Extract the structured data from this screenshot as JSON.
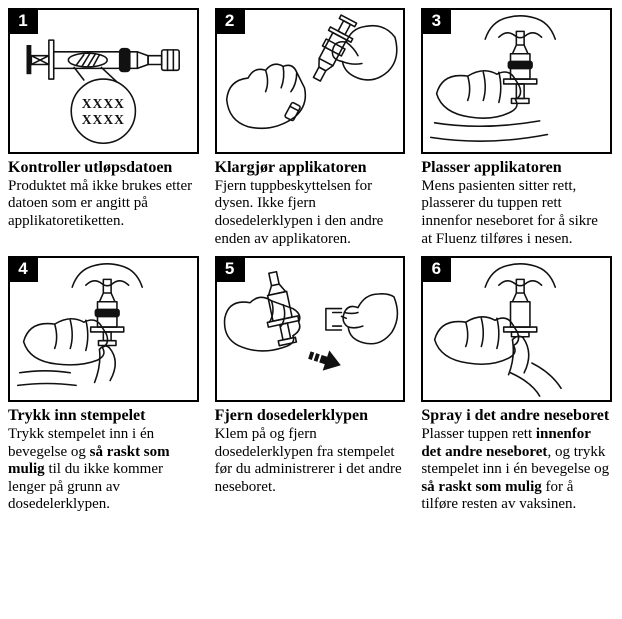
{
  "colors": {
    "ink": "#111111",
    "border": "#000000",
    "badge_bg": "#000000",
    "badge_fg": "#ffffff"
  },
  "steps": [
    {
      "number": "1",
      "heading": "Kontroller utløpsdatoen",
      "body_parts": [
        {
          "text": "Produktet må ikke brukes etter datoen som er angitt på applikatoretiketten.",
          "bold": false
        }
      ],
      "illustration": {
        "name": "syringe-with-expiry-magnifier",
        "expiry_lines": [
          "XXXX",
          "XXXX"
        ]
      }
    },
    {
      "number": "2",
      "heading": "Klargjør applikatoren",
      "body_parts": [
        {
          "text": "Fjern tuppbeskyttelsen for dysen. Ikke fjern dosedelerklypen i den andre enden av applikatoren.",
          "bold": false
        }
      ],
      "illustration": {
        "name": "hands-removing-tip-cap"
      }
    },
    {
      "number": "3",
      "heading": "Plasser applikatoren",
      "body_parts": [
        {
          "text": "Mens pasienten sitter rett, plasserer du tuppen rett innenfor neseboret for å sikre at Fluenz tilføres i nesen.",
          "bold": false
        }
      ],
      "illustration": {
        "name": "applicator-placed-in-nostril"
      }
    },
    {
      "number": "4",
      "heading": "Trykk inn stempelet",
      "body_parts": [
        {
          "text": "Trykk stempelet inn i én bevegelse og ",
          "bold": false
        },
        {
          "text": "så raskt som mulig",
          "bold": true
        },
        {
          "text": " til du ikke kommer lenger på grunn av dosedelerklypen.",
          "bold": false
        }
      ],
      "illustration": {
        "name": "pressing-plunger-at-nose"
      }
    },
    {
      "number": "5",
      "heading": "Fjern dosedelerklypen",
      "body_parts": [
        {
          "text": "Klem på og fjern dosedelerklypen fra stempelet før du administrerer i det andre neseboret.",
          "bold": false
        }
      ],
      "illustration": {
        "name": "removing-dose-divider-clip"
      }
    },
    {
      "number": "6",
      "heading": "Spray i det andre neseboret",
      "body_parts": [
        {
          "text": "Plasser tuppen rett ",
          "bold": false
        },
        {
          "text": "innenfor det andre neseboret",
          "bold": true
        },
        {
          "text": ", og trykk stempelet inn i én bevegelse og ",
          "bold": false
        },
        {
          "text": "så raskt som mulig",
          "bold": true
        },
        {
          "text": " for å tilføre resten av vaksinen.",
          "bold": false
        }
      ],
      "illustration": {
        "name": "spraying-second-nostril"
      }
    }
  ]
}
